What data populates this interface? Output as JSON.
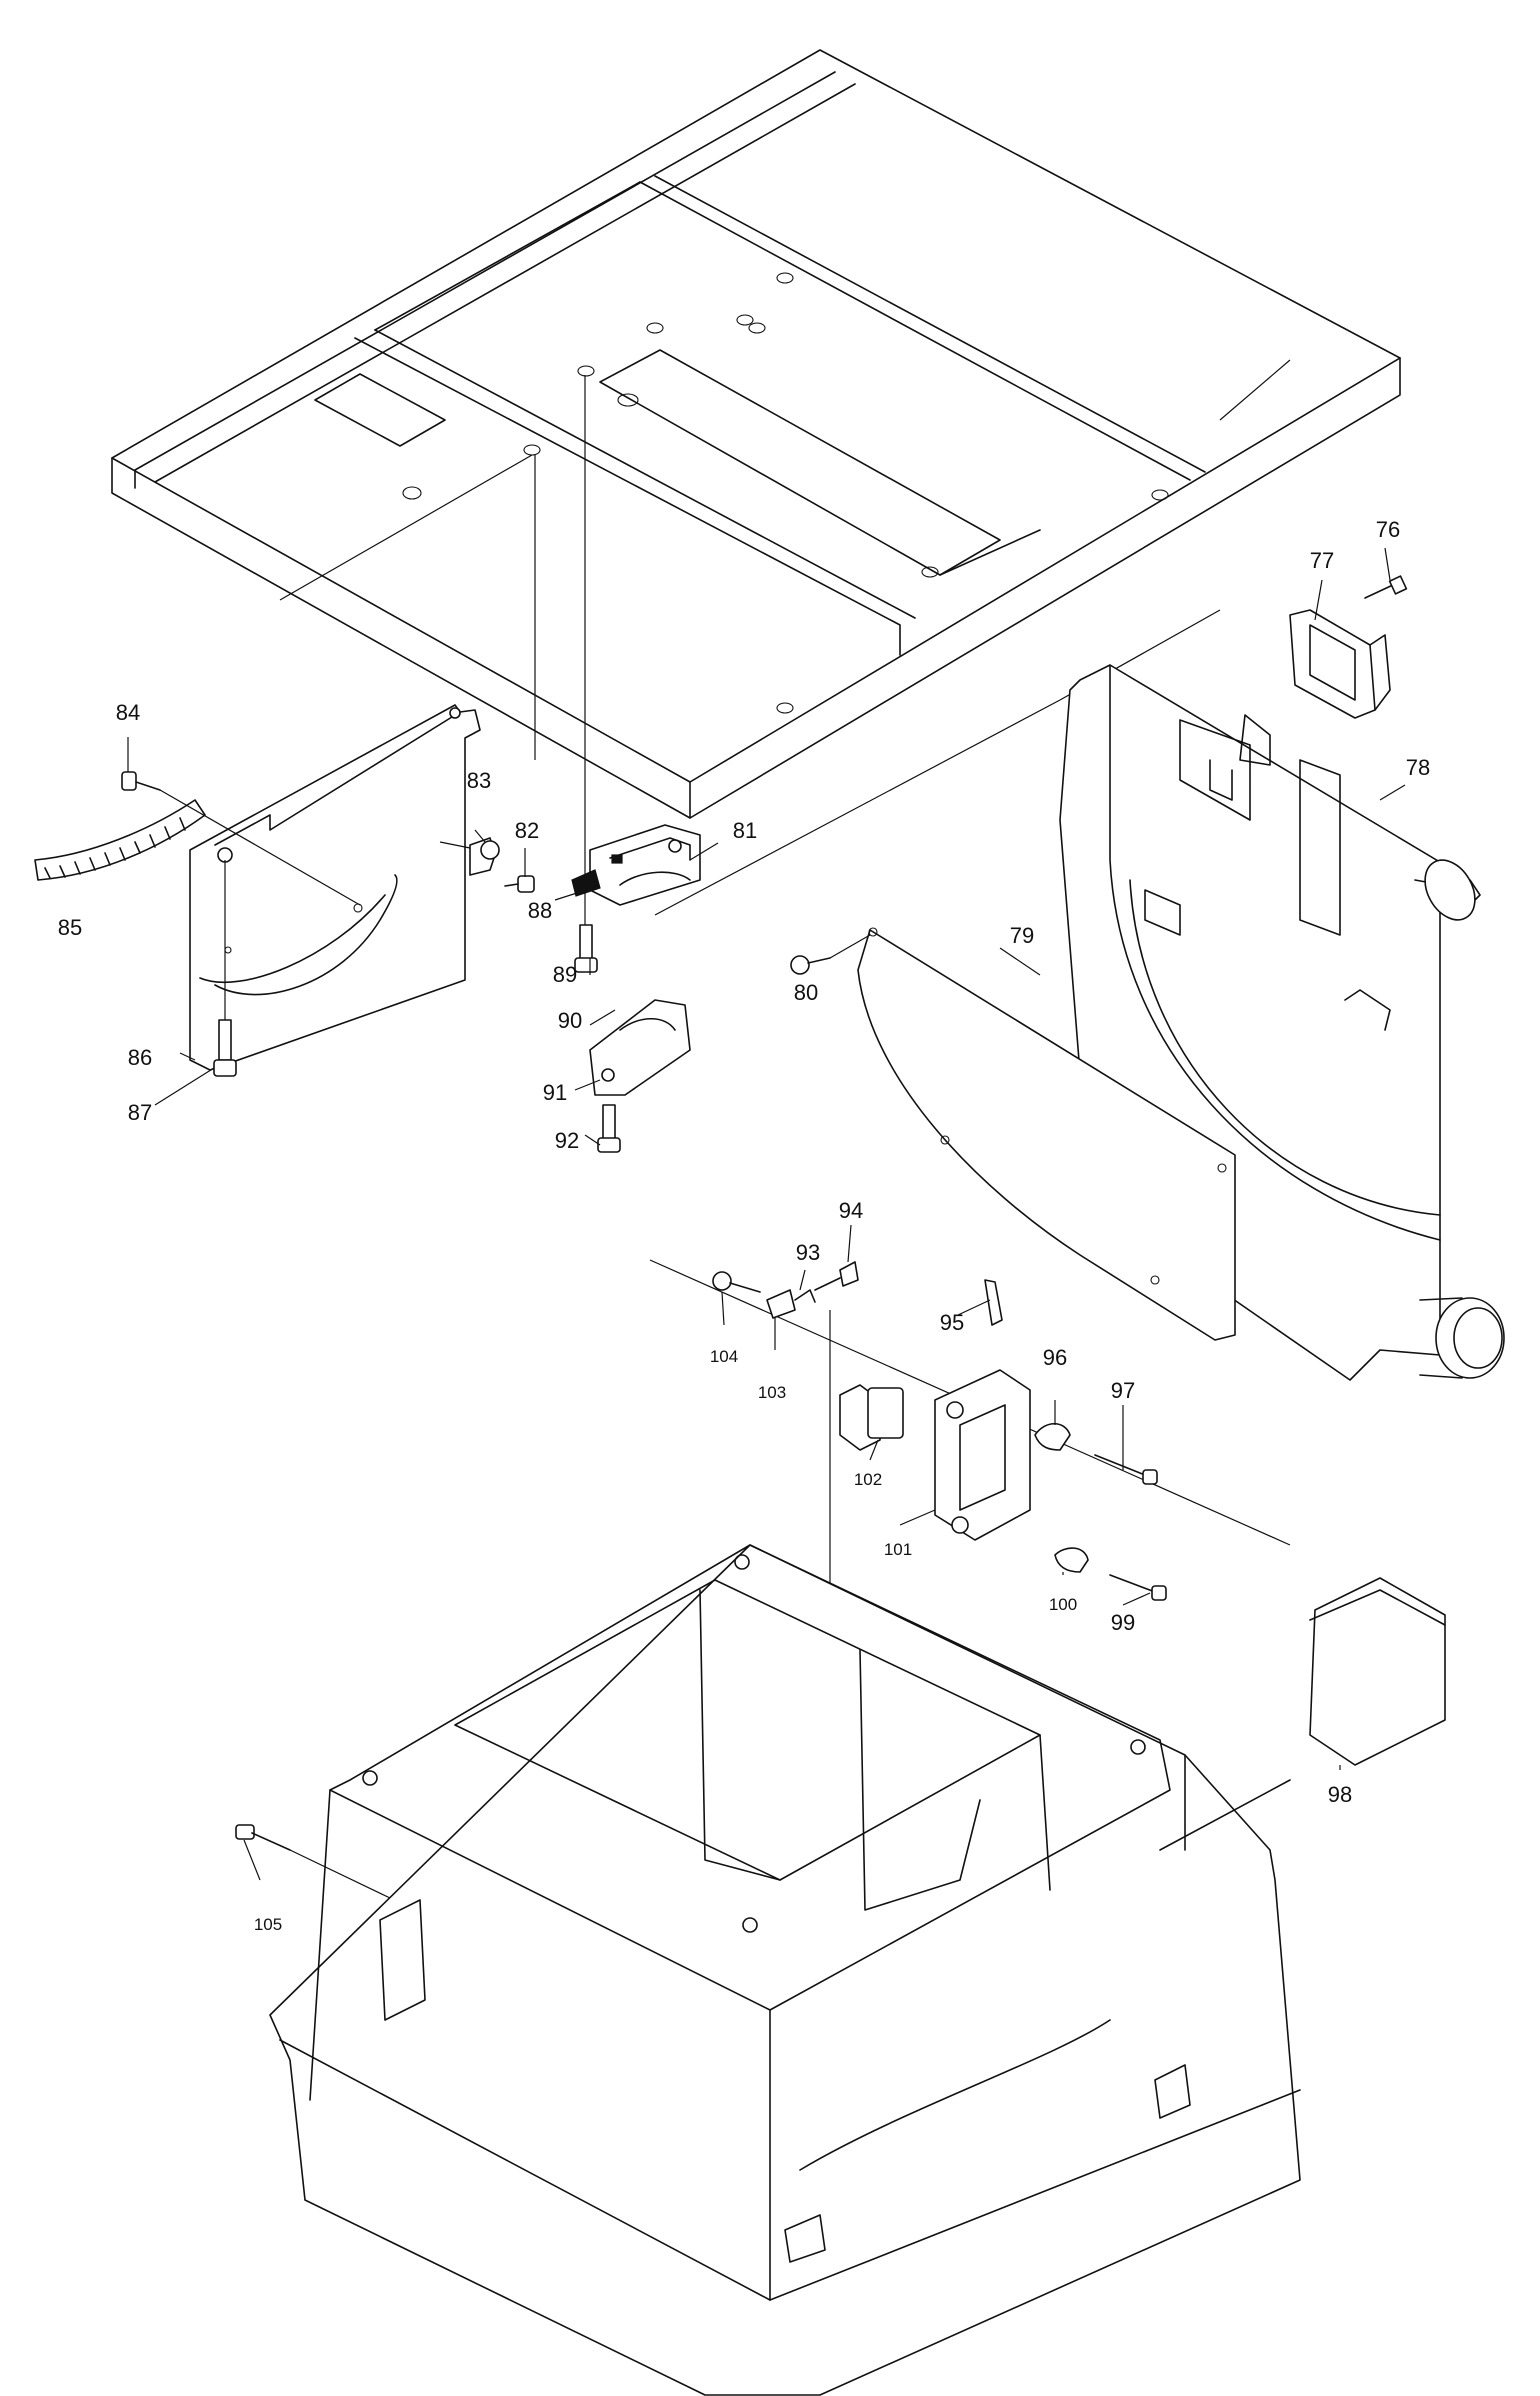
{
  "diagram": {
    "part_labels": [
      {
        "id": "76",
        "text": "76"
      },
      {
        "id": "77",
        "text": "77"
      },
      {
        "id": "78",
        "text": "78"
      },
      {
        "id": "79",
        "text": "79"
      },
      {
        "id": "80",
        "text": "80"
      },
      {
        "id": "81",
        "text": "81"
      },
      {
        "id": "82",
        "text": "82"
      },
      {
        "id": "83",
        "text": "83"
      },
      {
        "id": "84",
        "text": "84"
      },
      {
        "id": "85",
        "text": "85"
      },
      {
        "id": "86",
        "text": "86"
      },
      {
        "id": "87",
        "text": "87"
      },
      {
        "id": "88",
        "text": "88"
      },
      {
        "id": "89",
        "text": "89"
      },
      {
        "id": "90",
        "text": "90"
      },
      {
        "id": "91",
        "text": "91"
      },
      {
        "id": "92",
        "text": "92"
      },
      {
        "id": "93",
        "text": "93"
      },
      {
        "id": "94",
        "text": "94"
      },
      {
        "id": "95",
        "text": "95"
      },
      {
        "id": "96",
        "text": "96"
      },
      {
        "id": "97",
        "text": "97"
      },
      {
        "id": "98",
        "text": "98"
      },
      {
        "id": "99",
        "text": "99"
      },
      {
        "id": "100",
        "text": "100"
      },
      {
        "id": "101",
        "text": "101"
      },
      {
        "id": "102",
        "text": "102"
      },
      {
        "id": "103",
        "text": "103"
      },
      {
        "id": "104",
        "text": "104"
      },
      {
        "id": "105",
        "text": "105"
      }
    ]
  }
}
